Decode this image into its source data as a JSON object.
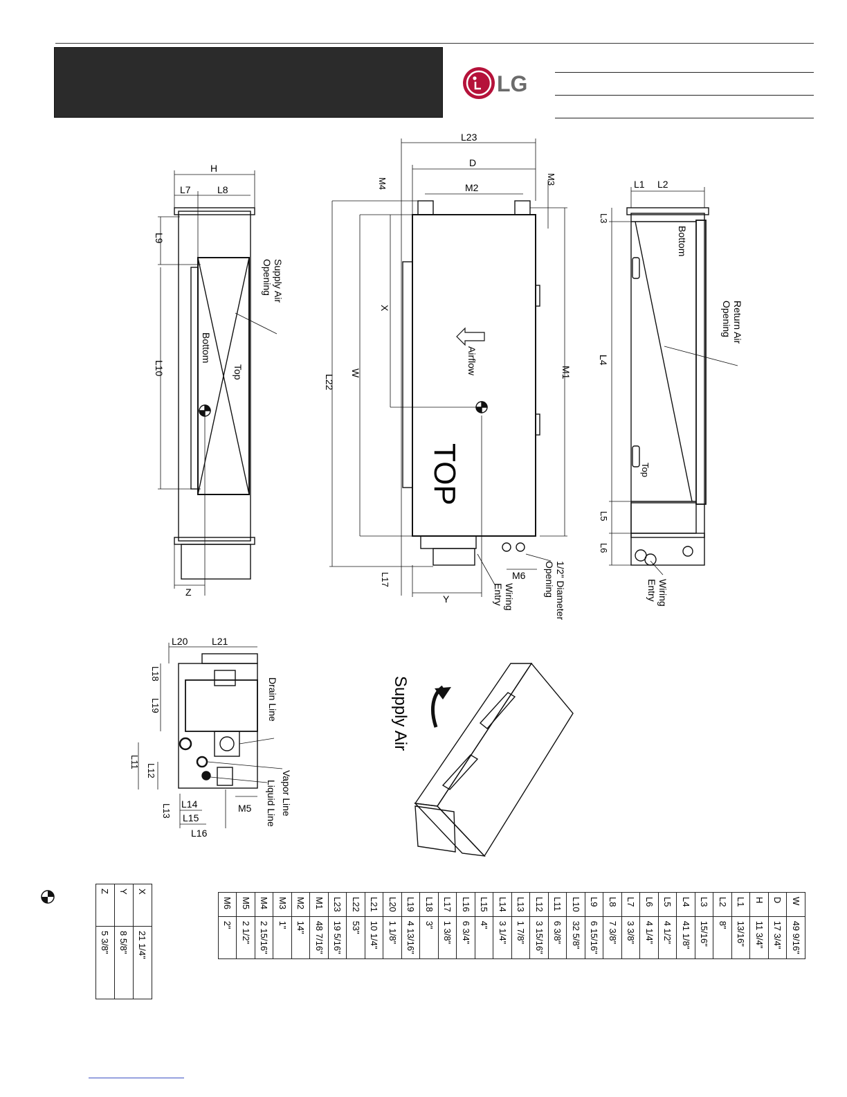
{
  "brand": {
    "logo_text": "LG"
  },
  "drawing": {
    "front_view": {
      "labels": {
        "H": "H",
        "L7": "L7",
        "L8": "L8",
        "L9": "L9",
        "L10": "L10",
        "Z": "Z",
        "supply": "Supply Air",
        "opening": "Opening",
        "top": "Top",
        "bottom": "Bottom"
      }
    },
    "top_view": {
      "labels": {
        "L23": "L23",
        "D": "D",
        "M4": "M4",
        "M3": "M3",
        "M2": "M2",
        "X": "X",
        "W": "W",
        "L22": "L22",
        "M1": "M1",
        "L17": "L17",
        "Y": "Y",
        "M6": "M6",
        "airflow": "Airflow",
        "top": "TOP",
        "wiring": "Wiring",
        "entry": "Entry",
        "diameter": "1/2\" Diameter",
        "opening": "Opening"
      }
    },
    "side_view": {
      "labels": {
        "L1": "L1",
        "L2": "L2",
        "L3": "L3",
        "L4": "L4",
        "L5": "L5",
        "L6": "L6",
        "return": "Return Air",
        "opening": "Opening",
        "bottom": "Bottom",
        "top": "Top",
        "wiring": "Wiring",
        "entry": "Entry"
      }
    },
    "end_view": {
      "labels": {
        "L20": "L20",
        "L21": "L21",
        "L18": "L18",
        "L19": "L19",
        "L11": "L11",
        "L12": "L12",
        "L13": "L13",
        "L14": "L14",
        "L15": "L15",
        "L16": "L16",
        "M5": "M5",
        "drain": "Drain Line",
        "vapor": "Vapor Line",
        "liquid": "Liquid Line"
      }
    },
    "iso_view": {
      "supply": "Supply Air"
    }
  },
  "cg_table": {
    "rows": [
      {
        "key": "X",
        "value": "21 1/4\""
      },
      {
        "key": "Y",
        "value": "8 5/8\""
      },
      {
        "key": "Z",
        "value": "5 3/8\""
      }
    ]
  },
  "dim_table": {
    "rows": [
      {
        "key": "W",
        "value": "49 9/16\""
      },
      {
        "key": "D",
        "value": "17 3/4\""
      },
      {
        "key": "H",
        "value": "11 3/4\""
      },
      {
        "key": "L1",
        "value": "13/16\""
      },
      {
        "key": "L2",
        "value": "8\""
      },
      {
        "key": "L3",
        "value": "15/16\""
      },
      {
        "key": "L4",
        "value": "41 1/8\""
      },
      {
        "key": "L5",
        "value": "4 1/2\""
      },
      {
        "key": "L6",
        "value": "4 1/4\""
      },
      {
        "key": "L7",
        "value": "3 3/8\""
      },
      {
        "key": "L8",
        "value": "7 3/8\""
      },
      {
        "key": "L9",
        "value": "6 15/16\""
      },
      {
        "key": "L10",
        "value": "32 5/8\""
      },
      {
        "key": "L11",
        "value": "6 3/8\""
      },
      {
        "key": "L12",
        "value": "3 15/16\""
      },
      {
        "key": "L13",
        "value": "1 7/8\""
      },
      {
        "key": "L14",
        "value": "3 1/4\""
      },
      {
        "key": "L15",
        "value": "4\""
      },
      {
        "key": "L16",
        "value": "6 3/4\""
      },
      {
        "key": "L17",
        "value": "1 3/8\""
      },
      {
        "key": "L18",
        "value": "3\""
      },
      {
        "key": "L19",
        "value": "4 13/16\""
      },
      {
        "key": "L20",
        "value": "1 1/8\""
      },
      {
        "key": "L21",
        "value": "10 1/4\""
      },
      {
        "key": "L22",
        "value": "53\""
      },
      {
        "key": "L23",
        "value": "19 5/16\""
      },
      {
        "key": "M1",
        "value": "48 7/16\""
      },
      {
        "key": "M2",
        "value": "14\""
      },
      {
        "key": "M3",
        "value": "1\""
      },
      {
        "key": "M4",
        "value": "2 15/16\""
      },
      {
        "key": "M5",
        "value": "2 1/2\""
      },
      {
        "key": "M6",
        "value": "2\""
      }
    ]
  }
}
